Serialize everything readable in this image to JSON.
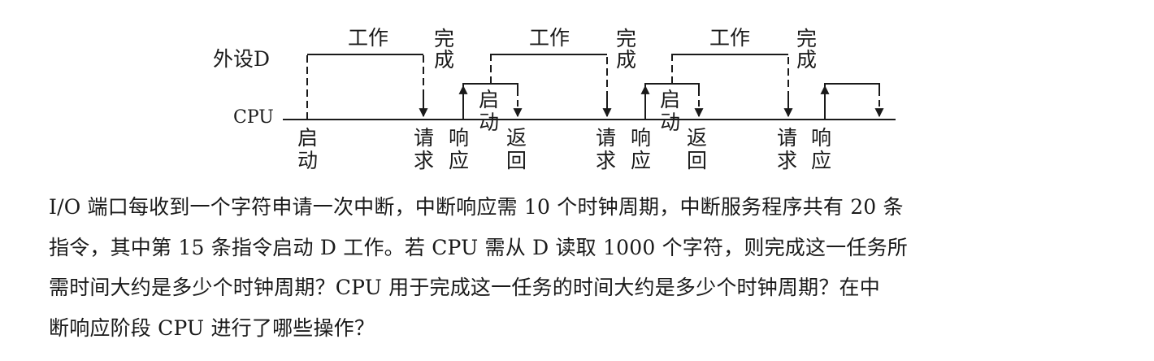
{
  "diagram": {
    "device_label": "外设D",
    "cpu_label": "CPU",
    "work_label": "工作",
    "done_label": [
      "完",
      "成"
    ],
    "start_label": [
      "启",
      "动"
    ],
    "request_label": [
      "请",
      "求"
    ],
    "respond_label": [
      "响",
      "应"
    ],
    "return_label": [
      "返",
      "回"
    ]
  },
  "question": {
    "lines": [
      "I/O 端口每收到一个字符申请一次中断，中断响应需 10 个时钟周期，中断服务程序共有 20 条",
      "指令，其中第 15 条指令启动 D 工作。若 CPU 需从 D 读取 1000 个字符，则完成这一任务所",
      "需时间大约是多少个时钟周期？CPU 用于完成这一任务的时间大约是多少个时钟周期？在中",
      "断响应阶段 CPU 进行了哪些操作？"
    ]
  }
}
